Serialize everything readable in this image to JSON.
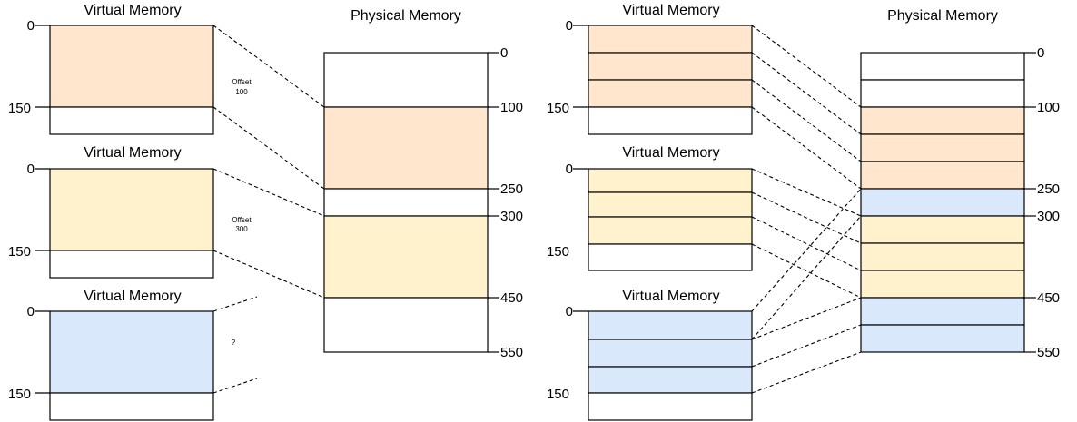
{
  "colors": {
    "orange": "#ffe6cc",
    "yellow": "#fff2cc",
    "blue": "#dae8fc",
    "white": "#ffffff",
    "stroke": "#000000"
  },
  "left_diagram": {
    "virtual_memories": [
      {
        "title": "Virtual Memory",
        "tick_top": "0",
        "tick_bottom": "150",
        "color": "#ffe6cc",
        "note_lines": [
          "Offset",
          "100"
        ]
      },
      {
        "title": "Virtual Memory",
        "tick_top": "0",
        "tick_bottom": "150",
        "color": "#fff2cc",
        "note_lines": [
          "Offset",
          "300"
        ]
      },
      {
        "title": "Virtual Memory",
        "tick_top": "0",
        "tick_bottom": "150",
        "color": "#dae8fc",
        "note_lines": [
          "?"
        ]
      }
    ],
    "physical_memory": {
      "title": "Physical Memory",
      "ticks": [
        "0",
        "100",
        "250",
        "300",
        "450",
        "550"
      ]
    }
  },
  "right_diagram": {
    "virtual_memories": [
      {
        "title": "Virtual Memory",
        "tick_top": "0",
        "tick_bottom": "150",
        "color": "#ffe6cc"
      },
      {
        "title": "Virtual Memory",
        "tick_top": "0",
        "tick_bottom": "150",
        "color": "#fff2cc"
      },
      {
        "title": "Virtual Memory",
        "tick_top": "0",
        "tick_bottom": "150",
        "color": "#dae8fc"
      }
    ],
    "physical_memory": {
      "title": "Physical Memory",
      "ticks": [
        "0",
        "100",
        "250",
        "300",
        "450",
        "550"
      ]
    }
  }
}
